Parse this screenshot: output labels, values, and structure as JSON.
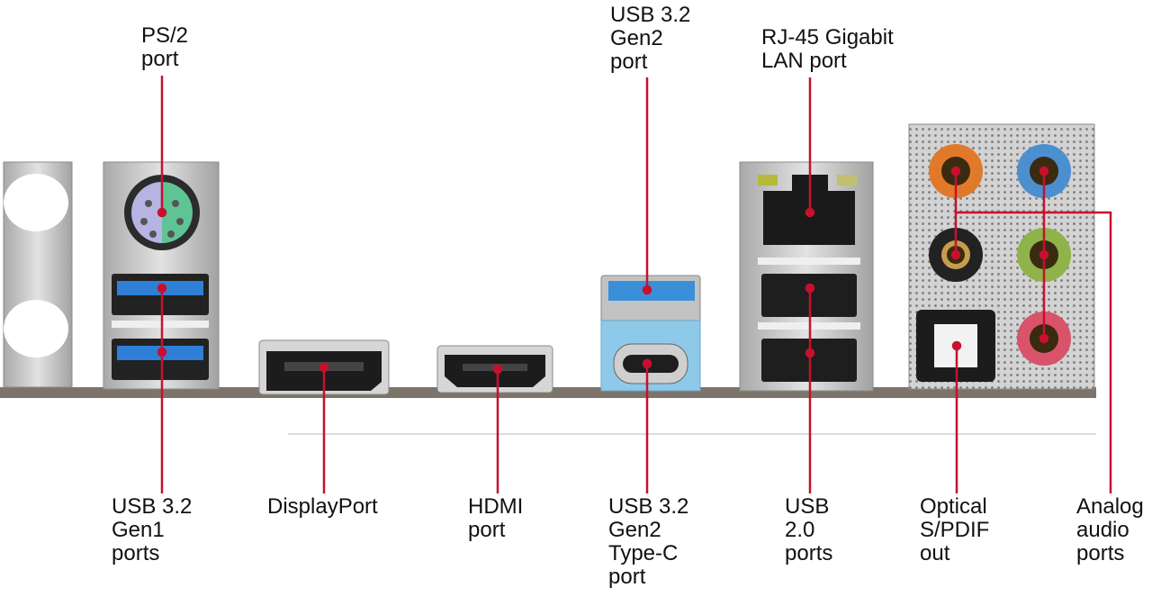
{
  "labels": {
    "ps2": [
      "PS/2",
      "port"
    ],
    "usb32_gen2": [
      "USB 3.2",
      "Gen2",
      "port"
    ],
    "rj45": [
      "RJ-45 Gigabit",
      "LAN port"
    ],
    "usb32_gen1": [
      "USB 3.2",
      "Gen1",
      "ports"
    ],
    "displayport": [
      "DisplayPort"
    ],
    "hdmi": [
      "HDMI",
      "port"
    ],
    "usb32_gen2_typec": [
      "USB 3.2",
      "Gen2",
      "Type-C",
      "port"
    ],
    "usb20": [
      "USB",
      "2.0",
      "ports"
    ],
    "optical": [
      "Optical",
      "S/PDIF",
      "out"
    ],
    "analog_audio": [
      "Analog",
      "audio",
      "ports"
    ]
  },
  "colors": {
    "leader_line": "#c8102e",
    "panel_metal": "#c9c9c9",
    "usb3_blue": "#2f7fd6",
    "usb_typec_blue": "#8ec9ea",
    "ps2_purple": "#b7b3e3",
    "ps2_green": "#5fc494",
    "audio_orange": "#e07a2a",
    "audio_blue": "#4b8fcf",
    "audio_black": "#222222",
    "audio_green": "#8fb34a",
    "audio_pink": "#d9536a"
  }
}
